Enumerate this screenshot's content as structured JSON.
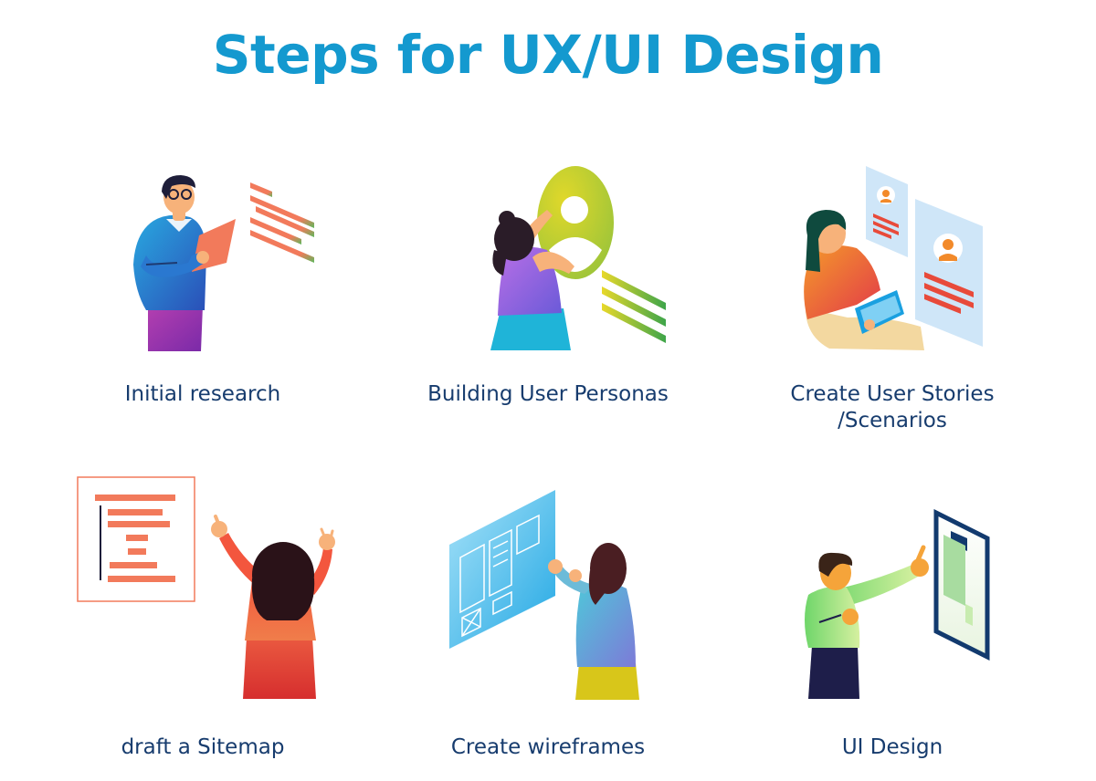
{
  "title": "Steps for UX/UI Design",
  "colors": {
    "title": "#1499cf",
    "label": "#173c6e",
    "coral": "#f27a5b",
    "navy": "#123a6e"
  },
  "steps": [
    {
      "label": "Initial research",
      "illustration": "researcher-with-clipboard-icon"
    },
    {
      "label": "Building User Personas",
      "illustration": "person-holding-avatar-icon"
    },
    {
      "label_lines": [
        "Create User Stories",
        "/Scenarios"
      ],
      "illustration": "person-with-tablet-and-profile-cards-icon"
    },
    {
      "label": "draft a Sitemap",
      "illustration": "person-cheering-at-sitemap-icon"
    },
    {
      "label": "Create wireframes",
      "illustration": "person-at-wireframe-board-icon"
    },
    {
      "label": "UI Design",
      "illustration": "person-pointing-at-phone-icon"
    }
  ]
}
